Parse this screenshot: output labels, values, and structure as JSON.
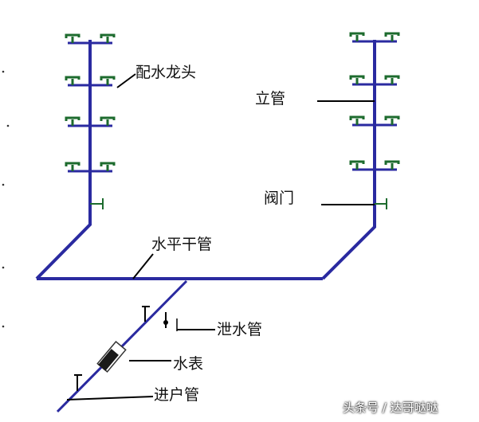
{
  "labels": {
    "faucet": "配水龙头",
    "riser": "立管",
    "valve": "阀门",
    "horizontal_main": "水平干管",
    "drain_pipe": "泄水管",
    "water_meter": "水表",
    "service_pipe": "进户管"
  },
  "watermark": "头条号 / 达哥哒哒",
  "colors": {
    "pipe": "#2a2aa0",
    "faucet": "#1d6b2e",
    "leader": "#000000",
    "meter": "#1a1a1a"
  }
}
